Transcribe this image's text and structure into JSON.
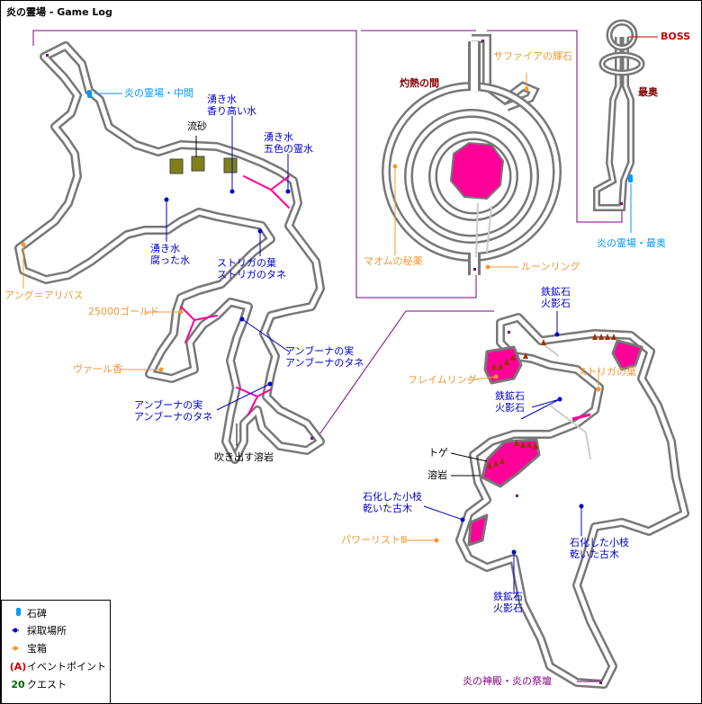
{
  "title": "炎の霊場 - Game Log",
  "colors": {
    "wall": "#777777",
    "floor": "#ffffff",
    "lava": "#ff0099",
    "loop": "#800080",
    "monument": "#0099ff",
    "gather": "#0000cc",
    "chest": "#f19933",
    "event": "#cc0000",
    "quest": "#006600",
    "boss": "#cc0000",
    "sand": "#80801a"
  },
  "labels": {
    "naka": "炎の霊場・中間",
    "saioku_monument": "炎の霊場・最奥",
    "boss": "BOSS",
    "saioku": "最奥",
    "shakunetsu": "灼熱の間",
    "sapphire": "サファイアの輝石",
    "matom": "マオムの秘薬",
    "rune": "ルーンリング",
    "angu": "アング＝アリバス",
    "gold": "25000ゴールド",
    "varu": "ヴァール香",
    "flame": "フレイムリング",
    "powerwrist": "パワーリストⅢ",
    "strigaha": "ストリガの葉",
    "shrine": "炎の神殿・炎の祭壇",
    "ryusa": "流砂",
    "fukidasu": "吹き出す溶岩",
    "toge": "トゲ",
    "yougan": "溶岩",
    "g1a": "湧き水",
    "g1b": "香り高い水",
    "g2a": "湧き水",
    "g2b": "五色の霊水",
    "g3a": "湧き水",
    "g3b": "腐った水",
    "g4a": "ストリガの葉",
    "g4b": "ストリガのタネ",
    "g5a": "アンブーナの実",
    "g5b": "アンブーナのタネ",
    "g6a": "アンブーナの実",
    "g6b": "アンブーナのタネ",
    "g7a": "鉄鉱石",
    "g7b": "火影石",
    "g8a": "鉄鉱石",
    "g8b": "火影石",
    "g9a": "石化した小枝",
    "g9b": "乾いた古木",
    "g10a": "石化した小枝",
    "g10b": "乾いた古木",
    "g11a": "鉄鉱石",
    "g11b": "火影石"
  },
  "legend": {
    "monument": "石碑",
    "gather": "採取場所",
    "chest": "宝箱",
    "event_key": "(A)",
    "event": "イベントポイント",
    "quest_key": "20",
    "quest": "クエスト"
  }
}
